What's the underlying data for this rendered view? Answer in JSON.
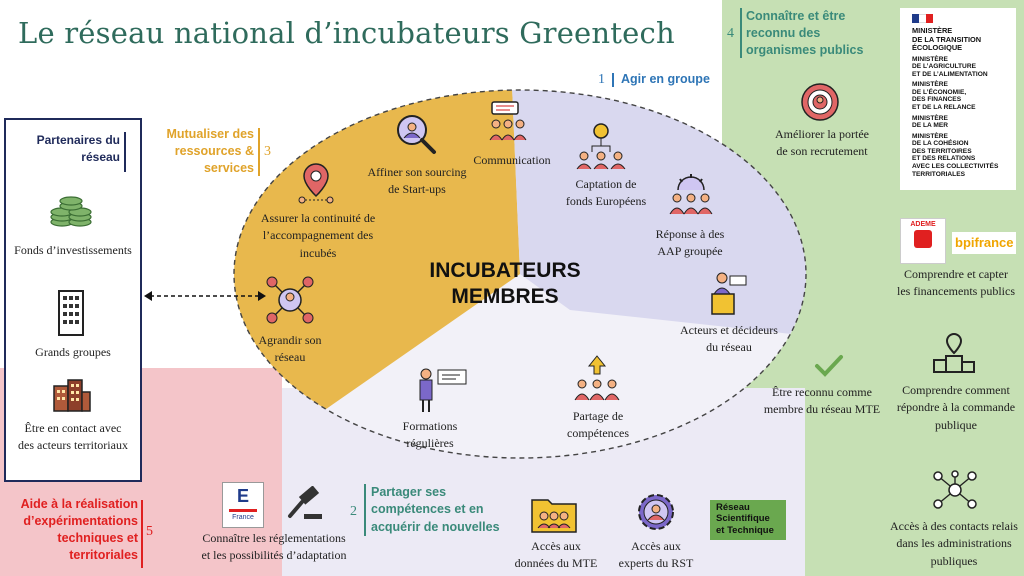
{
  "title": "Le réseau national d’incubateurs Greentech",
  "center": {
    "line1": "INCUBATEURS",
    "line2": "MEMBRES"
  },
  "sections": {
    "s1": {
      "number": "1",
      "label": "Agir en groupe"
    },
    "s2": {
      "number": "2",
      "line1": "Partager ses",
      "line2": "compétences et en",
      "line3": "acquérir de nouvelles"
    },
    "s3": {
      "number": "3",
      "line1": "Mutualiser des",
      "line2": "ressources &",
      "line3": "services"
    },
    "s4": {
      "number": "4",
      "line1": "Connaître et être",
      "line2": "reconnu des",
      "line3": "organismes publics"
    },
    "s5": {
      "number": "5",
      "line1": "Aide à la réalisation",
      "line2": "d’expérimentations",
      "line3": "techniques et",
      "line4": "territoriales"
    }
  },
  "partners": {
    "title_line1": "Partenaires du",
    "title_line2": "réseau",
    "items": [
      {
        "label": "Fonds d’investissements",
        "icon": "coins-icon"
      },
      {
        "label": "Grands groupes",
        "icon": "building-icon"
      },
      {
        "line1": "Être en contact avec",
        "line2": "des acteurs territoriaux",
        "icon": "city-icon"
      }
    ]
  },
  "ellipse_items": {
    "communication": "Communication",
    "sourcing": {
      "line1": "Affiner son sourcing",
      "line2": "de Start-ups"
    },
    "continuite": {
      "line1": "Assurer la continuité de",
      "line2": "l’accompagnement des",
      "line3": "incubés"
    },
    "agrandir": {
      "line1": "Agrandir son",
      "line2": "réseau"
    },
    "captation": {
      "line1": "Captation de",
      "line2": "fonds Européens"
    },
    "reponse": {
      "line1": "Réponse à des",
      "line2": "AAP groupée"
    },
    "acteurs": {
      "line1": "Acteurs et décideurs",
      "line2": "du réseau"
    },
    "formations": {
      "line1": "Formations",
      "line2": "régulières"
    },
    "partage": {
      "line1": "Partage de",
      "line2": "compétences"
    }
  },
  "bottom_items": {
    "reglementations": {
      "line1": "Connaître les réglementations",
      "line2": "et les possibilités d’adaptation"
    },
    "donnees": {
      "line1": "Accès aux",
      "line2": "données du MTE"
    },
    "experts": {
      "line1": "Accès aux",
      "line2": "experts du RST"
    }
  },
  "right_items": {
    "recrutement": {
      "line1": "Améliorer la portée",
      "line2": "de son recrutement"
    },
    "financements": {
      "line1": "Comprendre et capter",
      "line2": "les financements publics"
    },
    "reconnu": {
      "line1": "Être reconnu comme",
      "line2": "membre du réseau MTE"
    },
    "commande": {
      "line1": "Comprendre comment",
      "line2": "répondre à la commande",
      "line3": "publique"
    },
    "contacts": {
      "line1": "Accès à des contacts relais",
      "line2": "dans les administrations",
      "line3": "publiques"
    }
  },
  "ministeres": [
    [
      "MINISTÈRE",
      "DE LA TRANSITION",
      "ÉCOLOGIQUE"
    ],
    [
      "MINISTÈRE",
      "DE L’AGRICULTURE",
      "ET DE L’ALIMENTATION"
    ],
    [
      "MINISTÈRE",
      "DE L’ÉCONOMIE,",
      "DES FINANCES",
      "ET DE LA RELANCE"
    ],
    [
      "MINISTÈRE",
      "DE LA MER"
    ],
    [
      "MINISTÈRE",
      "DE LA COHÉSION",
      "DES TERRITOIRES",
      "ET DES RELATIONS",
      "AVEC LES COLLECTIVITÉS",
      "TERRITORIALES"
    ]
  ],
  "logos": {
    "ademe": "ADEME",
    "bpifrance": "bpifrance",
    "france": "France",
    "rst_line1": "Réseau",
    "rst_line2": "Scientifique",
    "rst_line3": "et Technique"
  },
  "colors": {
    "title_green": "#2f6b5c",
    "panel_green": "#c6e0b4",
    "panel_pink": "#f4c5c9",
    "panel_lavender": "#eceaf5",
    "ellipse_gold": "#e8b84d",
    "ellipse_lavender": "#d9d8ef",
    "section_blue": "#2e75b6",
    "section_gold": "#e0a32a",
    "section_teal": "#3a8a7a",
    "section_red": "#e02020",
    "partners_navy": "#1f2a5a"
  }
}
